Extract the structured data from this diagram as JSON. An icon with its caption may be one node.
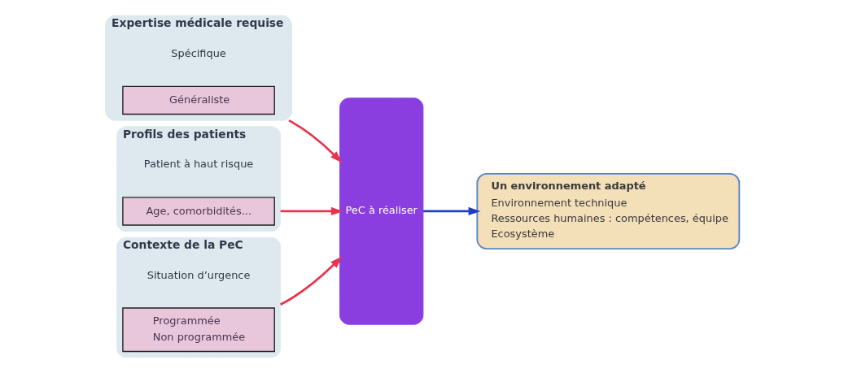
{
  "diagram": {
    "nodes": [
      {
        "text": [
          "Expertise médicale requise",
          "Spécifique"
        ]
      },
      {
        "text": [
          "Généraliste"
        ],
        "in": 0
      },
      {
        "text": [
          "Profils des patients",
          "Patient à haut risque"
        ]
      },
      {
        "text": [
          "Age, comorbidités..."
        ],
        "in": 2
      },
      {
        "text": [
          "Contexte de la PeC",
          "Situation d’urgence"
        ]
      },
      {
        "text": [
          "Programmée",
          "Non programmée"
        ],
        "in": 4
      },
      {
        "text": [
          "PeC à réaliser"
        ]
      },
      {
        "text": [
          "Un environnement adapté",
          "Environnement technique",
          "Ressources humaines : compétences, équipe",
          "Ecosystème"
        ]
      }
    ],
    "edges": [
      {
        "from": 0,
        "to": 6,
        "arrow": "to"
      },
      {
        "from": 2,
        "to": 6,
        "arrow": "to"
      },
      {
        "from": 4,
        "to": 6,
        "arrow": "to"
      },
      {
        "from": 6,
        "to": 7,
        "arrow": "to",
        "color": "#1f3fbf"
      }
    ]
  }
}
